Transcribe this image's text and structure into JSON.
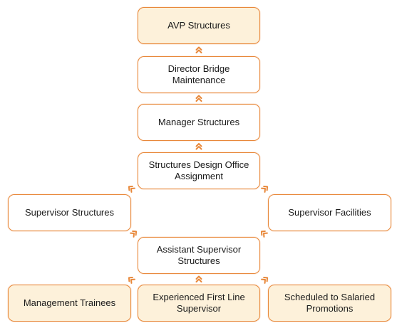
{
  "colors": {
    "border": "#e8883a",
    "highlight_fill": "#fdf1da",
    "plain_fill": "#ffffff",
    "connector": "#e8883a"
  },
  "nodes": {
    "avp": "AVP Structures",
    "director": "Director Bridge Maintenance",
    "manager": "Manager Structures",
    "design_office": "Structures Design Office Assignment",
    "supervisor_structures": "Supervisor Structures",
    "supervisor_facilities": "Supervisor Facilities",
    "assistant_supervisor": "Assistant Supervisor Structures",
    "management_trainees": "Management Trainees",
    "experienced_supervisor": "Experienced First Line Supervisor",
    "scheduled_promotions": "Scheduled to Salaried Promotions"
  }
}
